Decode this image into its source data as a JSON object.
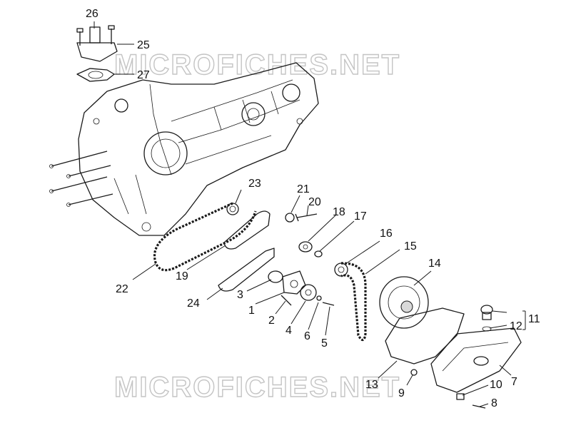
{
  "watermarks": [
    "MICROFICHES.NET",
    "MICROFICHES.NET"
  ],
  "callouts": [
    {
      "id": "1",
      "label": "1"
    },
    {
      "id": "2",
      "label": "2"
    },
    {
      "id": "3",
      "label": "3"
    },
    {
      "id": "4",
      "label": "4"
    },
    {
      "id": "5",
      "label": "5"
    },
    {
      "id": "6",
      "label": "6"
    },
    {
      "id": "7",
      "label": "7"
    },
    {
      "id": "8",
      "label": "8"
    },
    {
      "id": "9",
      "label": "9"
    },
    {
      "id": "10",
      "label": "10"
    },
    {
      "id": "11",
      "label": "11"
    },
    {
      "id": "12",
      "label": "12"
    },
    {
      "id": "13",
      "label": "13"
    },
    {
      "id": "14",
      "label": "14"
    },
    {
      "id": "15",
      "label": "15"
    },
    {
      "id": "16",
      "label": "16"
    },
    {
      "id": "17",
      "label": "17"
    },
    {
      "id": "18",
      "label": "18"
    },
    {
      "id": "19",
      "label": "19"
    },
    {
      "id": "20",
      "label": "20"
    },
    {
      "id": "21",
      "label": "21"
    },
    {
      "id": "22",
      "label": "22"
    },
    {
      "id": "23",
      "label": "23"
    },
    {
      "id": "24",
      "label": "24"
    },
    {
      "id": "25",
      "label": "25"
    },
    {
      "id": "26",
      "label": "26"
    },
    {
      "id": "27",
      "label": "27"
    }
  ]
}
